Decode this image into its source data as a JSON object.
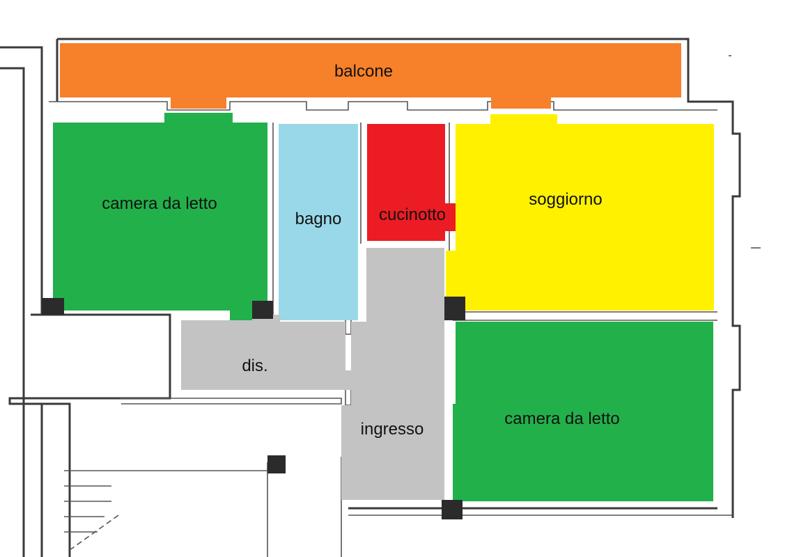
{
  "plan": {
    "rooms": [
      {
        "id": "balcone",
        "label": "balcone",
        "color": "#F7802A"
      },
      {
        "id": "camera-da-letto-1",
        "label": "camera da letto",
        "color": "#22B04B"
      },
      {
        "id": "bagno",
        "label": "bagno",
        "color": "#99D8E8"
      },
      {
        "id": "cucinotto",
        "label": "cucinotto",
        "color": "#EB1C24"
      },
      {
        "id": "soggiorno",
        "label": "soggiorno",
        "color": "#FFF100"
      },
      {
        "id": "dis",
        "label": "dis.",
        "color": "#C3C3C3"
      },
      {
        "id": "ingresso",
        "label": "ingresso",
        "color": "#C3C3C3"
      },
      {
        "id": "camera-da-letto-2",
        "label": "camera da letto",
        "color": "#22B04B"
      }
    ],
    "wall_color": "#3a3a3a"
  }
}
